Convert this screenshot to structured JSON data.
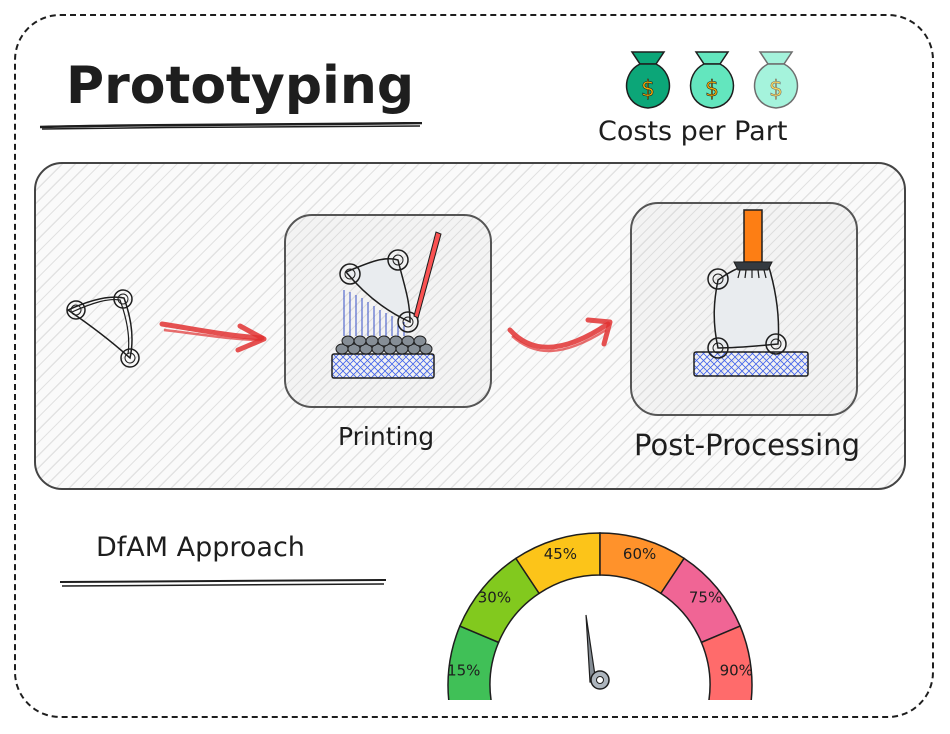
{
  "title": "Prototyping",
  "costs": {
    "label": "Costs per Part",
    "bag_symbol": "$",
    "bag_icons": [
      "money-bag-icon",
      "money-bag-icon",
      "money-bag-icon"
    ],
    "bag_colors": [
      "#0ca678",
      "#63e6be",
      "#96f2d7"
    ]
  },
  "steps": {
    "printing_label": "Printing",
    "post_processing_label": "Post-Processing"
  },
  "dfam": {
    "label": "DfAM Approach"
  },
  "gauge": {
    "ticks": [
      "15%",
      "30%",
      "45%",
      "60%",
      "75%",
      "90%"
    ],
    "colors": [
      "#40c057",
      "#82c91e",
      "#fcc419",
      "#ff922b",
      "#f06595",
      "#ff6b6b"
    ],
    "needle_value": "~50%"
  }
}
